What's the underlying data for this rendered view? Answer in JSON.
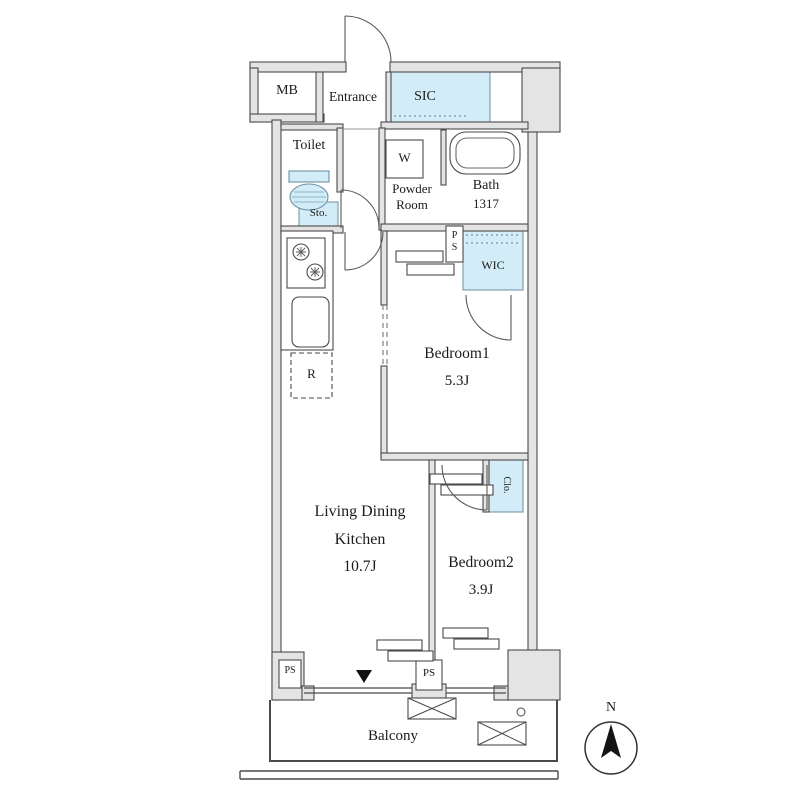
{
  "colors": {
    "wall_fill": "#e4e4e4",
    "wall_stroke": "#4a4a4a",
    "closet_fill": "#d3edf8",
    "closet_stroke": "#6f8fa0",
    "line": "#3c3c3c"
  },
  "rooms": {
    "mb": "MB",
    "entrance": "Entrance",
    "sic": "SIC",
    "toilet": "Toilet",
    "storage": "Sto.",
    "washer": "W",
    "powder_line1": "Powder",
    "powder_line2": "Room",
    "bath": "Bath",
    "bath_size": "1317",
    "pipe_space_top": "PS",
    "wic": "WIC",
    "bedroom1": "Bedroom1",
    "bedroom1_size": "5.3J",
    "fridge": "R",
    "ldk_line1": "Living Dining",
    "ldk_line2": "Kitchen",
    "ldk_size": "10.7J",
    "closet": "Clo.",
    "bedroom2": "Bedroom2",
    "bedroom2_size": "3.9J",
    "pipe_space_bottom_left": "PS",
    "pipe_space_bottom_mid": "PS",
    "balcony": "Balcony",
    "compass_n": "N"
  }
}
